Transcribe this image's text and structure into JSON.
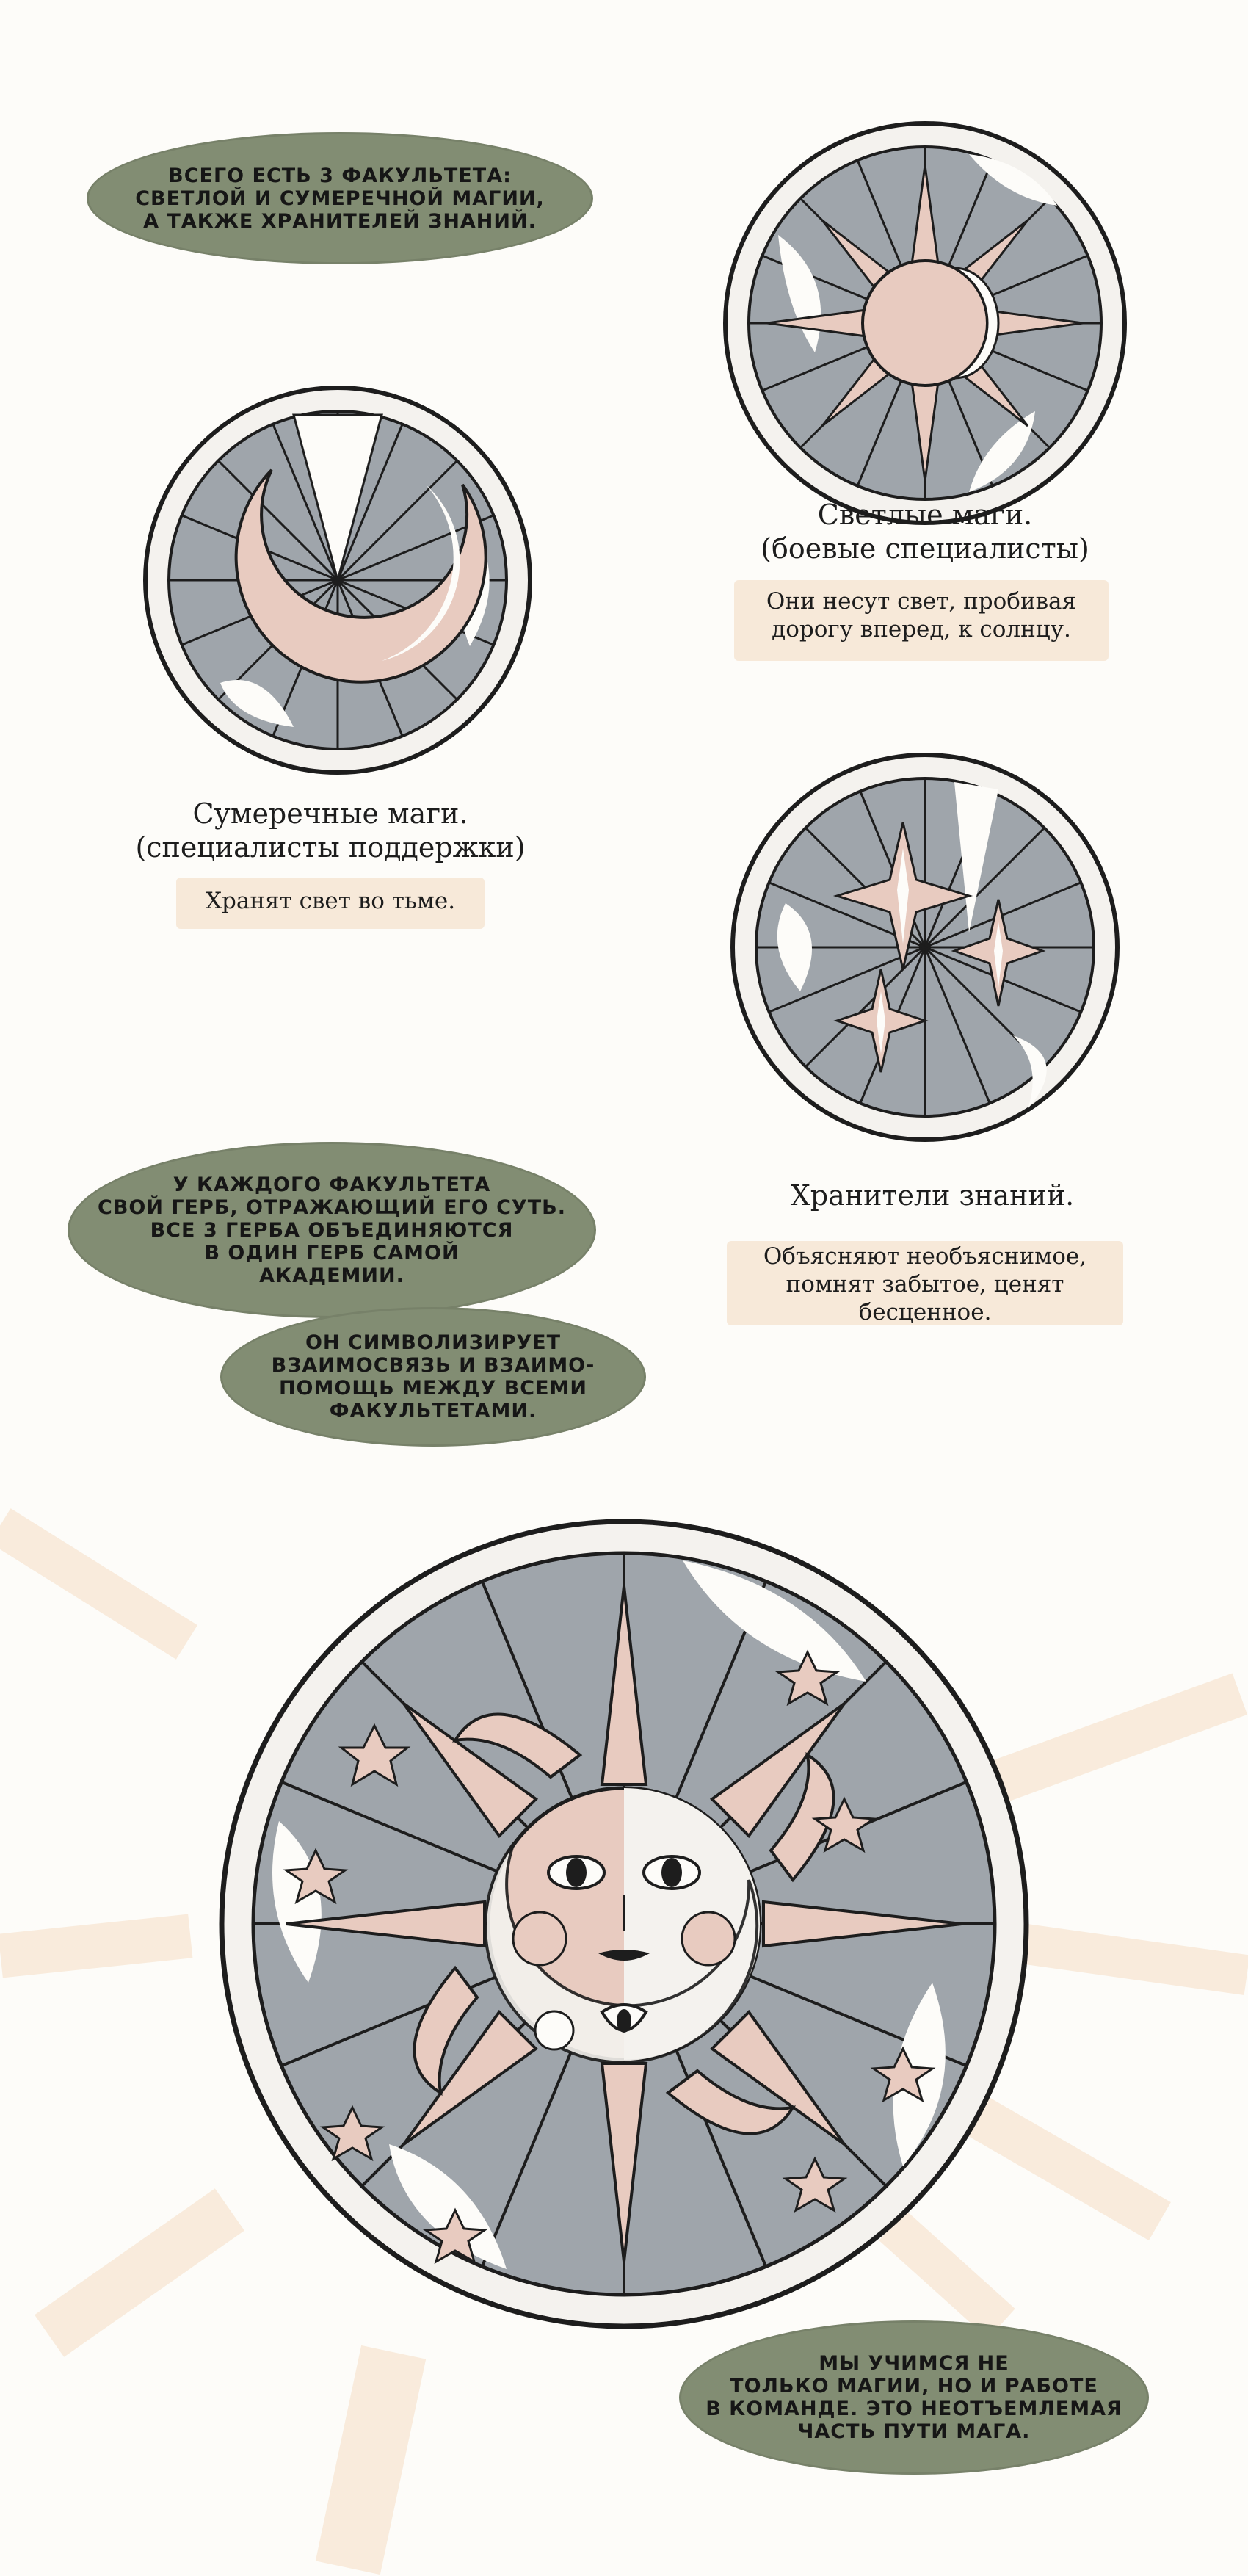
{
  "bubbles": {
    "intro": "ВСЕГО ЕСТЬ 3 ФАКУЛЬТЕТА:\nСВЕТЛОЙ И СУМЕРЕЧНОЙ МАГИИ,\nА ТАКЖЕ ХРАНИТЕЛЕЙ ЗНАНИЙ.",
    "crest": "У КАЖДОГО ФАКУЛЬТЕТА\nСВОЙ ГЕРБ, ОТРАЖАЮЩИЙ ЕГО СУТЬ.\nВСЕ 3 ГЕРБА ОБЪЕДИНЯЮТСЯ\nВ ОДИН ГЕРБ САМОЙ\nАКАДЕМИИ.",
    "symbol": "ОН СИМВОЛИЗИРУЕТ\nВЗАИМОСВЯЗЬ И ВЗАИМО-\nПОМОЩЬ МЕЖДУ ВСЕМИ\nФАКУЛЬТЕТАМИ.",
    "team": "МЫ УЧИМСЯ НЕ\nТОЛЬКО МАГИИ, НО И РАБОТЕ\nВ КОМАНДЕ. ЭТО НЕОТЪЕМЛЕМАЯ\nЧАСТЬ ПУТИ МАГА."
  },
  "faculties": [
    {
      "title": "Светлые маги.\n(боевые специалисты)",
      "description": "Они несут свет, пробивая\nдорогу вперед, к солнцу."
    },
    {
      "title": "Сумеречные маги.\n(специалисты поддержки)",
      "description": "Хранят свет во тьме."
    },
    {
      "title": "Хранители знаний.",
      "description": "Объясняют необъяснимое,\nпомнят забытое, ценят\nбесценное."
    }
  ],
  "colors": {
    "bubble": "#828d73",
    "slate": "#9fa5ab",
    "blush": "#e8cbc0",
    "wash": "#f6e5d4",
    "ink": "#1d1d1d"
  }
}
